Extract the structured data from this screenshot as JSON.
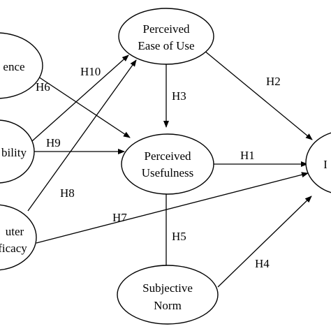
{
  "nodes": {
    "experience": {
      "lines": [
        "ence"
      ]
    },
    "compatibility": {
      "lines": [
        "bility"
      ]
    },
    "computer_self_efficacy": {
      "lines": [
        "uter",
        "ficacy"
      ]
    },
    "perceived_ease_of_use": {
      "lines": [
        "Perceived",
        "Ease of Use"
      ]
    },
    "perceived_usefulness": {
      "lines": [
        "Perceived",
        "Usefulness"
      ]
    },
    "subjective_norm": {
      "lines": [
        "Subjective",
        "Norm"
      ]
    },
    "intention": {
      "lines": [
        "I"
      ]
    }
  },
  "edges": {
    "h1": "H1",
    "h2": "H2",
    "h3": "H3",
    "h4": "H4",
    "h5": "H5",
    "h6": "H6",
    "h7": "H7",
    "h8": "H8",
    "h9": "H9",
    "h10": "H10"
  },
  "colors": {
    "stroke": "#000000",
    "background": "#ffffff"
  }
}
